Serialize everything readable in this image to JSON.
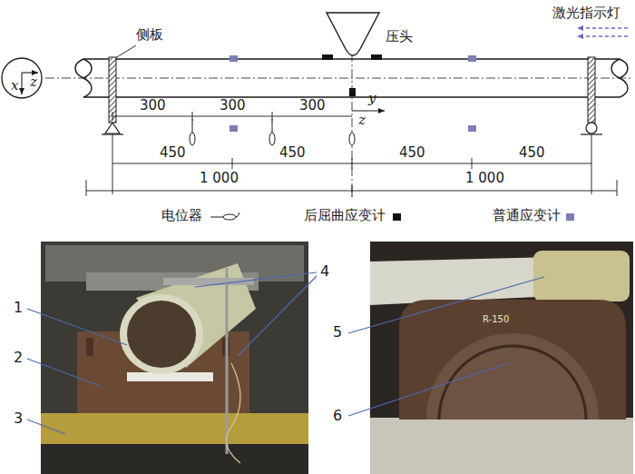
{
  "diagram": {
    "labels": [
      "侧板",
      "压头",
      "激光指示灯",
      "x",
      "z",
      "300",
      "300",
      "300",
      "y",
      "z",
      "450",
      "450",
      "450",
      "450",
      "1 000",
      "1 000",
      "1",
      "2",
      "3",
      "4",
      "5",
      "6",
      "R-150"
    ],
    "legend": [
      {
        "text": "电位器"
      },
      {
        "text": "后屈曲应变计",
        "color": "#111111"
      },
      {
        "text": "普通应变计",
        "color": "#7b7fb5"
      }
    ]
  }
}
